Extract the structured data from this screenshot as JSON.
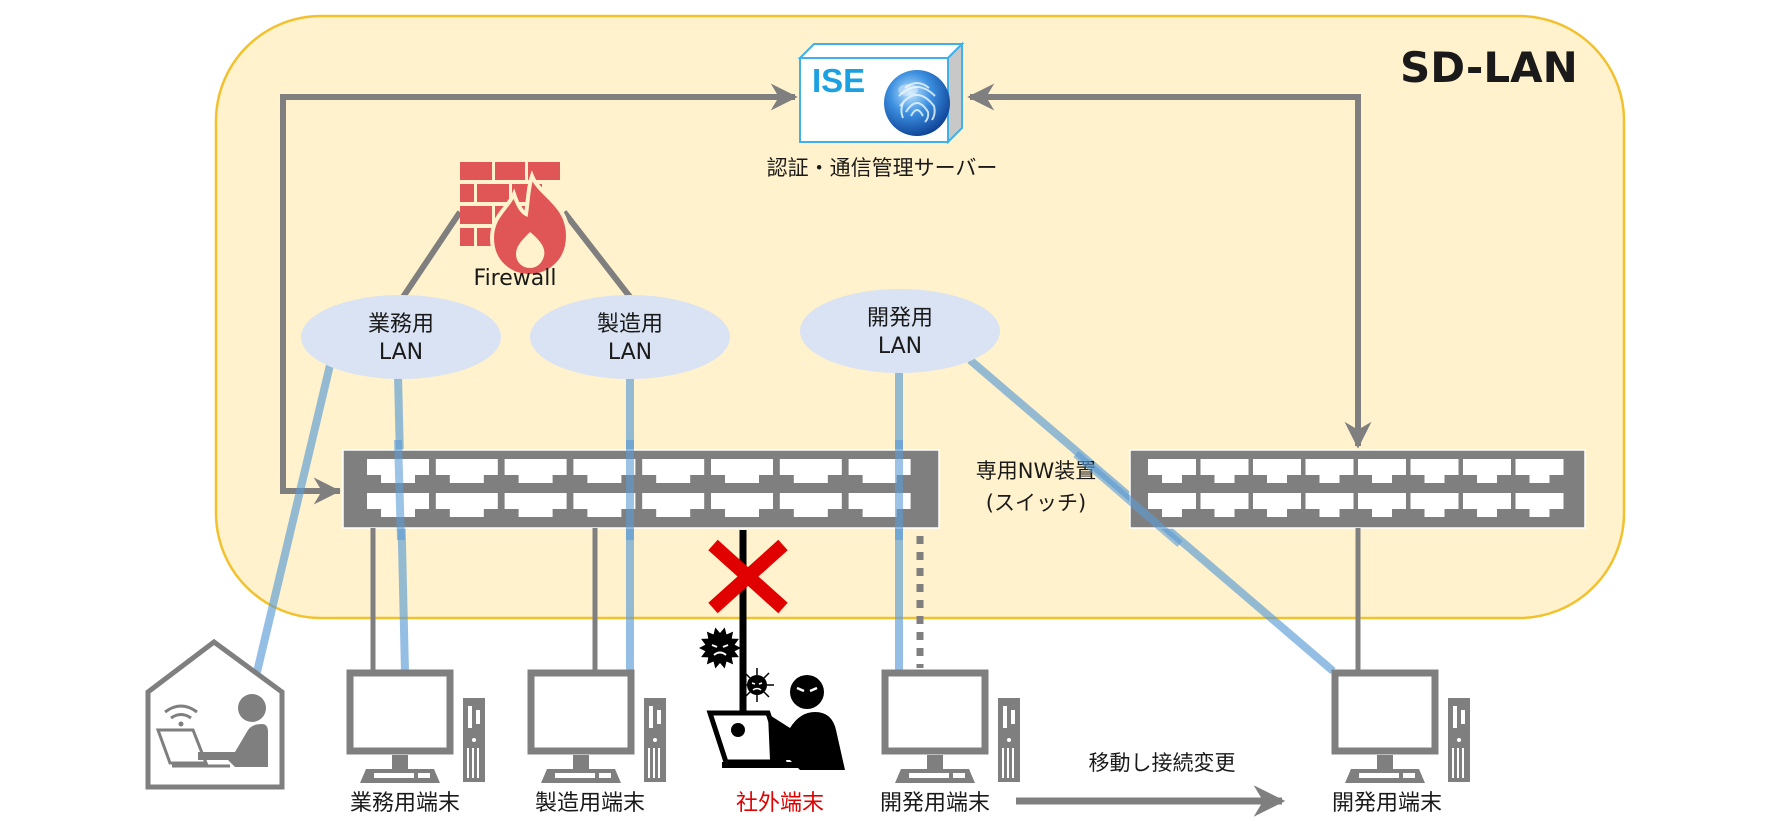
{
  "title": "SD-LAN",
  "colors": {
    "zone_fill": "#FFF2CC",
    "zone_stroke": "#F2C12E",
    "gray": "#7F7F7F",
    "blue_line": "#6FA8DC",
    "lan_ellipse": "#DAE3F3",
    "firewall_red": "#E05555",
    "ise_blue": "#1BA1E2",
    "danger_red": "#E00000",
    "text": "#1a1a1a"
  },
  "server": {
    "brand": "ISE",
    "label": "認証・通信管理サーバー",
    "icon": "fingerprint-globe-icon"
  },
  "firewall": {
    "label": "Firewall",
    "icon": "firewall-brick-flame-icon"
  },
  "lans": [
    {
      "line1": "業務用",
      "line2": "LAN"
    },
    {
      "line1": "製造用",
      "line2": "LAN"
    },
    {
      "line1": "開発用",
      "line2": "LAN"
    }
  ],
  "switch": {
    "line1": "専用NW装置",
    "line2": "(スイッチ)",
    "ports_per_row": 8,
    "rows": 2
  },
  "terminals": [
    {
      "label": "業務用端末",
      "kind": "desktop-pc"
    },
    {
      "label": "製造用端末",
      "kind": "desktop-pc"
    },
    {
      "label": "社外端末",
      "kind": "attacker-laptop",
      "highlight": true
    },
    {
      "label": "開発用端末",
      "kind": "desktop-pc"
    },
    {
      "label": "開発用端末",
      "kind": "desktop-pc"
    }
  ],
  "remote_worker": {
    "icon": "home-telework-icon"
  },
  "move_arrow": {
    "label": "移動し接続変更"
  },
  "blocked_marker": {
    "icon": "red-x-icon"
  }
}
